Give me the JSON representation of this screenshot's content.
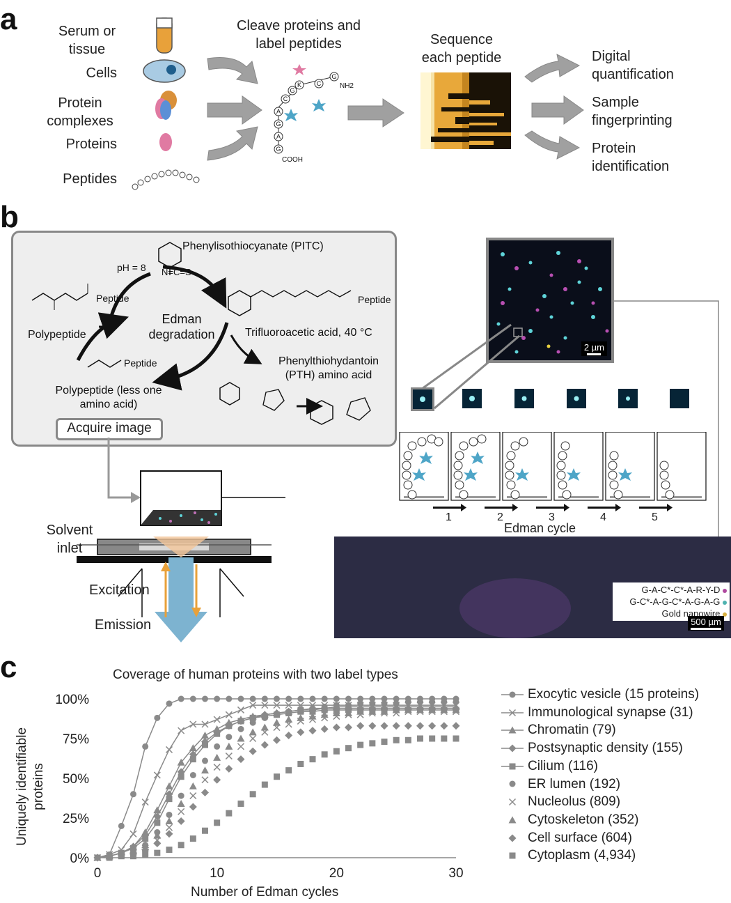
{
  "panel_a": {
    "letter": "a",
    "samples": [
      "Serum or tissue",
      "Cells",
      "Protein complexes",
      "Proteins",
      "Peptides"
    ],
    "cleave_label": "Cleave proteins and label peptides",
    "peptide_chain": [
      "G",
      "A",
      "G",
      "A",
      "C",
      "G",
      "K",
      "C",
      "G"
    ],
    "nh2": "NH2",
    "cooh": "COOH",
    "sequence_label": "Sequence each peptide",
    "outputs": [
      "Digital quantification",
      "Sample fingerprinting",
      "Protein identification"
    ]
  },
  "panel_b": {
    "letter": "b",
    "reagent": "Phenylisothiocyanate (PITC)",
    "ph": "pH = 8",
    "ncs": "N=C=S",
    "polypeptide": "Polypeptide",
    "cycle_label": "Edman degradation",
    "acid": "Trifluoroacetic acid, 40 °C",
    "product_short": "Polypeptide (less one amino acid)",
    "pth": "Phenylthiohydantoin (PTH) amino acid",
    "peptide": "Peptide",
    "acquire": "Acquire image",
    "scale_small": "2 µm",
    "solvent": "Solvent inlet",
    "excitation": "Excitation",
    "emission": "Emission",
    "cycle_numbers": [
      "1",
      "2",
      "3",
      "4",
      "5"
    ],
    "edman_cycle": "Edman cycle",
    "legend": [
      {
        "text": "G-A-C*-C*-A-R-Y-D",
        "color": "#b04aa0"
      },
      {
        "text": "G-C*-A-G-C*-A-G-A-G",
        "color": "#4fb3b0"
      },
      {
        "text": "Gold nanowire",
        "color": "#d8b040"
      }
    ],
    "scale_large": "500 µm"
  },
  "panel_c": {
    "letter": "c",
    "chart_data": {
      "type": "line",
      "title": "Coverage of human proteins with two label types",
      "xlabel": "Number of Edman cycles",
      "ylabel": "Uniquely identifiable proteins",
      "xlim": [
        0,
        30
      ],
      "ylim": [
        0,
        100
      ],
      "xticks": [
        "0",
        "10",
        "20",
        "30"
      ],
      "yticks": [
        "0%",
        "25%",
        "50%",
        "75%",
        "100%"
      ],
      "legend_position": "right",
      "x": [
        0,
        1,
        2,
        3,
        4,
        5,
        6,
        7,
        8,
        9,
        10,
        11,
        12,
        13,
        14,
        15,
        16,
        17,
        18,
        19,
        20,
        21,
        22,
        23,
        24,
        25,
        26,
        27,
        28,
        29,
        30
      ],
      "series": [
        {
          "name": "Exocytic vesicle (15 proteins)",
          "marker": "circle",
          "line": true,
          "values": [
            0,
            2,
            20,
            40,
            70,
            88,
            97,
            100,
            100,
            100,
            100,
            100,
            100,
            100,
            100,
            100,
            100,
            100,
            100,
            100,
            100,
            100,
            100,
            100,
            100,
            100,
            100,
            100,
            100,
            100,
            100
          ]
        },
        {
          "name": "Immunological synapse (31)",
          "marker": "x",
          "line": true,
          "values": [
            0,
            2,
            5,
            15,
            35,
            52,
            68,
            80,
            84,
            84,
            87,
            90,
            93,
            96,
            96,
            96,
            96,
            96,
            96,
            96,
            96,
            96,
            96,
            96,
            96,
            96,
            96,
            96,
            96,
            96,
            96
          ]
        },
        {
          "name": "Chromatin (79)",
          "marker": "triangle",
          "line": true,
          "values": [
            0,
            1,
            3,
            7,
            16,
            30,
            45,
            60,
            69,
            77,
            81,
            85,
            87,
            89,
            90,
            91,
            92,
            93,
            94,
            94,
            95,
            95,
            95,
            95,
            95,
            95,
            95,
            95,
            95,
            95,
            95
          ]
        },
        {
          "name": "Postsynaptic density (155)",
          "marker": "diamond",
          "line": true,
          "values": [
            0,
            1,
            3,
            7,
            14,
            26,
            40,
            54,
            65,
            73,
            79,
            83,
            86,
            88,
            90,
            91,
            92,
            93,
            93,
            94,
            94,
            94,
            94,
            94,
            94,
            94,
            94,
            94,
            94,
            94,
            94
          ]
        },
        {
          "name": "Cilium (116)",
          "marker": "square",
          "line": true,
          "values": [
            0,
            1,
            3,
            6,
            12,
            22,
            37,
            51,
            62,
            71,
            78,
            83,
            86,
            88,
            89,
            90,
            91,
            92,
            92,
            93,
            93,
            93,
            93,
            93,
            93,
            93,
            93,
            93,
            93,
            93,
            93
          ]
        },
        {
          "name": "ER lumen (192)",
          "marker": "circle",
          "line": false,
          "values": [
            0,
            1,
            2,
            4,
            8,
            16,
            27,
            39,
            52,
            61,
            70,
            76,
            81,
            85,
            88,
            90,
            92,
            93,
            94,
            95,
            96,
            96,
            97,
            97,
            97,
            97,
            98,
            98,
            98,
            98,
            98
          ]
        },
        {
          "name": "Nucleolus (809)",
          "marker": "x",
          "line": false,
          "values": [
            0,
            1,
            2,
            3,
            6,
            11,
            19,
            29,
            39,
            49,
            57,
            64,
            70,
            75,
            79,
            82,
            84,
            86,
            87,
            88,
            89,
            90,
            90,
            91,
            91,
            91,
            92,
            92,
            92,
            92,
            92
          ]
        },
        {
          "name": "Cytoskeleton (352)",
          "marker": "triangle",
          "line": false,
          "values": [
            0,
            1,
            2,
            4,
            8,
            14,
            23,
            34,
            45,
            55,
            63,
            70,
            75,
            79,
            82,
            85,
            87,
            88,
            89,
            90,
            91,
            91,
            92,
            92,
            92,
            93,
            93,
            93,
            93,
            93,
            93
          ]
        },
        {
          "name": "Cell surface (604)",
          "marker": "diamond",
          "line": false,
          "values": [
            0,
            1,
            2,
            3,
            5,
            9,
            15,
            23,
            32,
            41,
            49,
            56,
            62,
            67,
            71,
            74,
            77,
            79,
            80,
            81,
            82,
            82,
            83,
            83,
            83,
            83,
            83,
            83,
            83,
            83,
            83
          ]
        },
        {
          "name": "Cytoplasm (4,934)",
          "marker": "square",
          "line": false,
          "values": [
            0,
            0,
            1,
            1,
            2,
            3,
            5,
            8,
            12,
            17,
            22,
            28,
            34,
            40,
            46,
            51,
            55,
            59,
            62,
            65,
            67,
            69,
            71,
            72,
            73,
            74,
            74,
            75,
            75,
            75,
            75
          ]
        }
      ]
    }
  },
  "colors": {
    "series_gray": "#8a8a8a",
    "arrow_gray": "#9a9a9a",
    "orange": "#e8a13a",
    "blue_arrow": "#7db3d0",
    "cyan_dot": "#5fd4d9",
    "magenta_dot": "#b84fb2"
  }
}
